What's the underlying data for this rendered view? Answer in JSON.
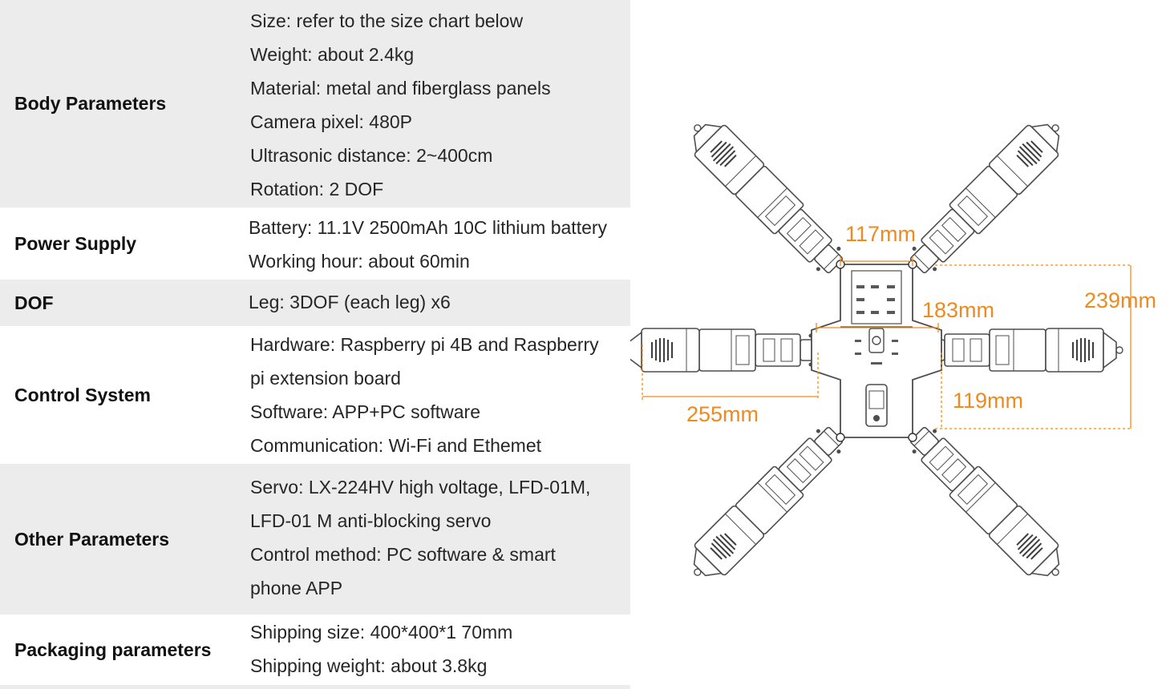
{
  "specs": {
    "body": {
      "label": "Body Parameters",
      "lines": [
        "Size: refer to the size chart below",
        "Weight: about 2.4kg",
        "Material: metal and fiberglass panels",
        "Camera pixel: 480P",
        "Ultrasonic distance: 2~400cm",
        "Rotation: 2 DOF"
      ]
    },
    "power": {
      "label": "Power Supply",
      "lines": [
        "Battery: 11.1V 2500mAh 10C lithium battery",
        "Working hour: about 60min"
      ]
    },
    "dof": {
      "label": "DOF",
      "lines": [
        "Leg: 3DOF (each leg) x6"
      ]
    },
    "control": {
      "label": "Control System",
      "lines": [
        "Hardware: Raspberry pi 4B and Raspberry",
        "pi extension board",
        "Software: APP+PC software",
        "Communication: Wi-Fi and Ethemet"
      ]
    },
    "other": {
      "label": "Other Parameters",
      "lines": [
        "Servo: LX-224HV high voltage, LFD-01M,",
        "LFD-01 M anti-blocking servo",
        "Control method: PC software & smart",
        "phone APP"
      ]
    },
    "packaging": {
      "label": "Packaging parameters",
      "lines": [
        "Shipping size: 400*400*1 70mm",
        "Shipping weight: about 3.8kg"
      ]
    }
  },
  "dimensions": {
    "d117": "117mm",
    "d183": "183mm",
    "d239": "239mm",
    "d255": "255mm",
    "d119": "119mm"
  },
  "colors": {
    "row_gray": "#ececec",
    "dimension_orange": "#f08a1c",
    "outline": "#5a5a5a"
  }
}
